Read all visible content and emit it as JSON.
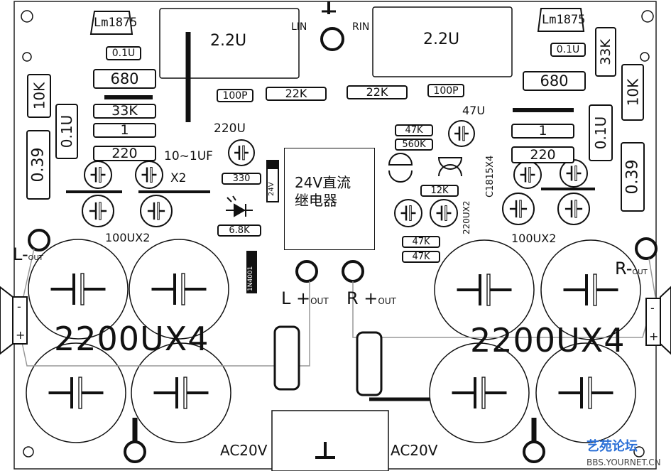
{
  "board": {
    "chips": {
      "left": "Lm1875",
      "right": "Lm1875"
    },
    "film_caps": {
      "left": "2.2U",
      "right": "2.2U"
    },
    "inputs": {
      "left": "LIN",
      "right": "RIN"
    },
    "left_parts": {
      "cap_01u_small": "0.1U",
      "r_680": "680",
      "r_10k": "10K",
      "cap_01u_vert": "0.1U",
      "r_33k": "33K",
      "r_1": "1",
      "r_220": "220",
      "r_039": "0.39",
      "cap_10_1uf": "10~1UF",
      "x2": "X2",
      "cap_100ux2": "100UX2"
    },
    "right_parts": {
      "cap_01u_small": "0.1U",
      "r_33k": "33K",
      "r_680": "680",
      "r_10k": "10K",
      "r_1": "1",
      "cap_01u_vert": "0.1U",
      "r_220": "220",
      "r_039": "0.39",
      "cap_100ux2": "100UX2"
    },
    "center_parts": {
      "c_100p_left": "100P",
      "r_22k_left": "22K",
      "r_22k_right": "22K",
      "c_100p_right": "100P",
      "cap_220u": "220U",
      "r_330": "330",
      "cap_24v": "24V",
      "r_6_8k": "6.8K",
      "diode": "1N4001",
      "cap_47u": "47U",
      "r_47k_a": "47K",
      "r_560k": "560K",
      "transistor": "C1815X4",
      "r_12k": "12K",
      "cap_220ux2": "220UX2",
      "r_47k_b": "47K",
      "r_47k_c": "47K"
    },
    "relay": {
      "line1": "24V直流",
      "line2": "继电器"
    },
    "outputs": {
      "l_minus": "L-",
      "l_plus": "L +",
      "r_plus": "R +",
      "r_minus": "R-",
      "sub": "OUT"
    },
    "speaker_marks": {
      "minus": "-",
      "plus": "+"
    },
    "main_caps": {
      "left": "2200UX4",
      "right": "2200UX4"
    },
    "ac": {
      "left": "AC20V",
      "right": "AC20V"
    },
    "watermark": {
      "line1": "艺苑论坛",
      "line2": "BBS.YOURNET.CN"
    }
  }
}
